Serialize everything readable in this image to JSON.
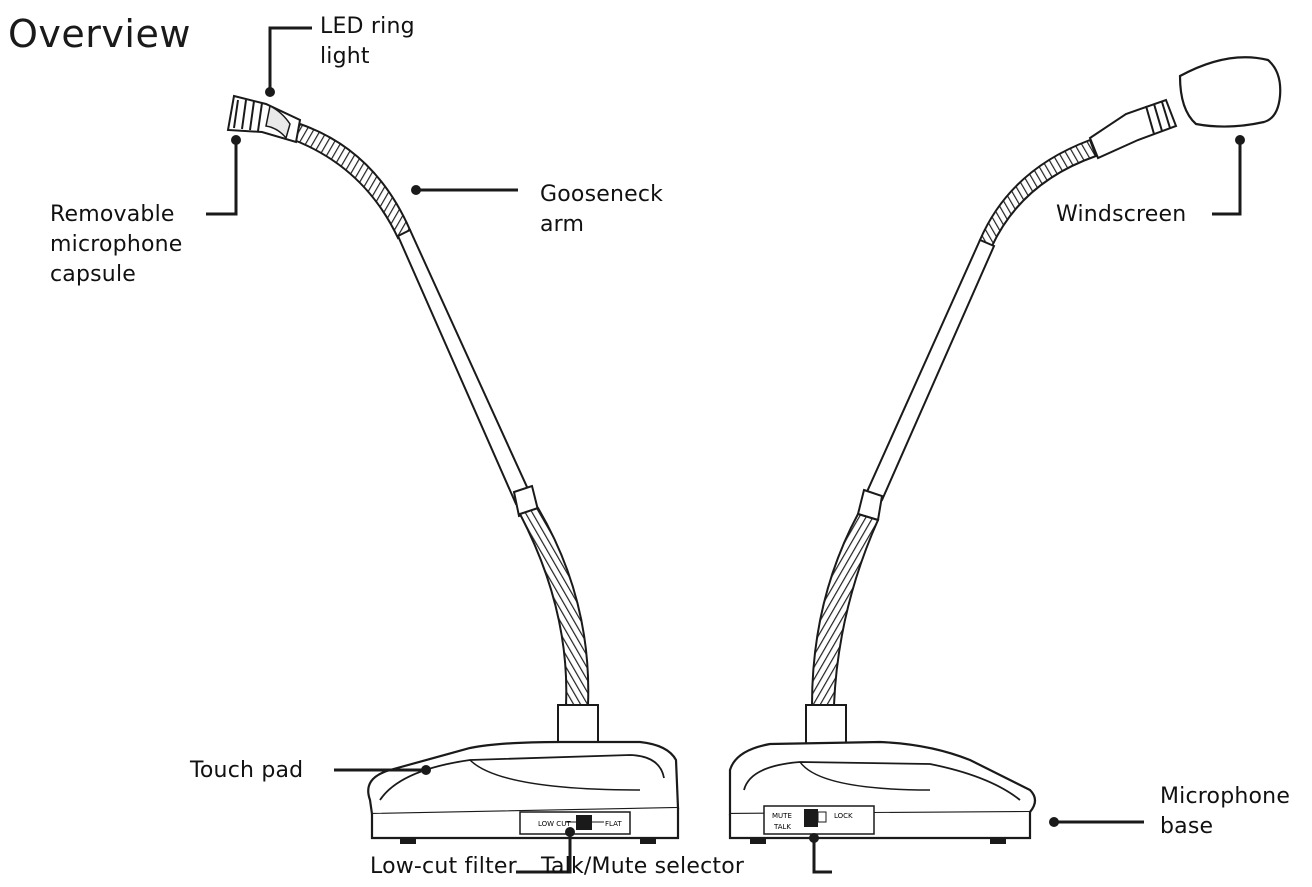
{
  "title": "Overview",
  "labels": {
    "led_ring_light": "LED ring\nlight",
    "removable_capsule": "Removable\nmicrophone\ncapsule",
    "gooseneck_arm": "Gooseneck\narm",
    "windscreen": "Windscreen",
    "touch_pad": "Touch pad",
    "microphone_base": "Microphone\nbase",
    "low_cut_filter": "Low-cut filter",
    "talk_mute_selector": "Talk/Mute selector"
  },
  "switch_labels": {
    "low_cut": "LOW CUT",
    "flat": "FLAT",
    "mute": "MUTE",
    "lock": "LOCK",
    "talk": "TALK"
  },
  "colors": {
    "line": "#1a1a1a",
    "fill": "#ffffff"
  }
}
